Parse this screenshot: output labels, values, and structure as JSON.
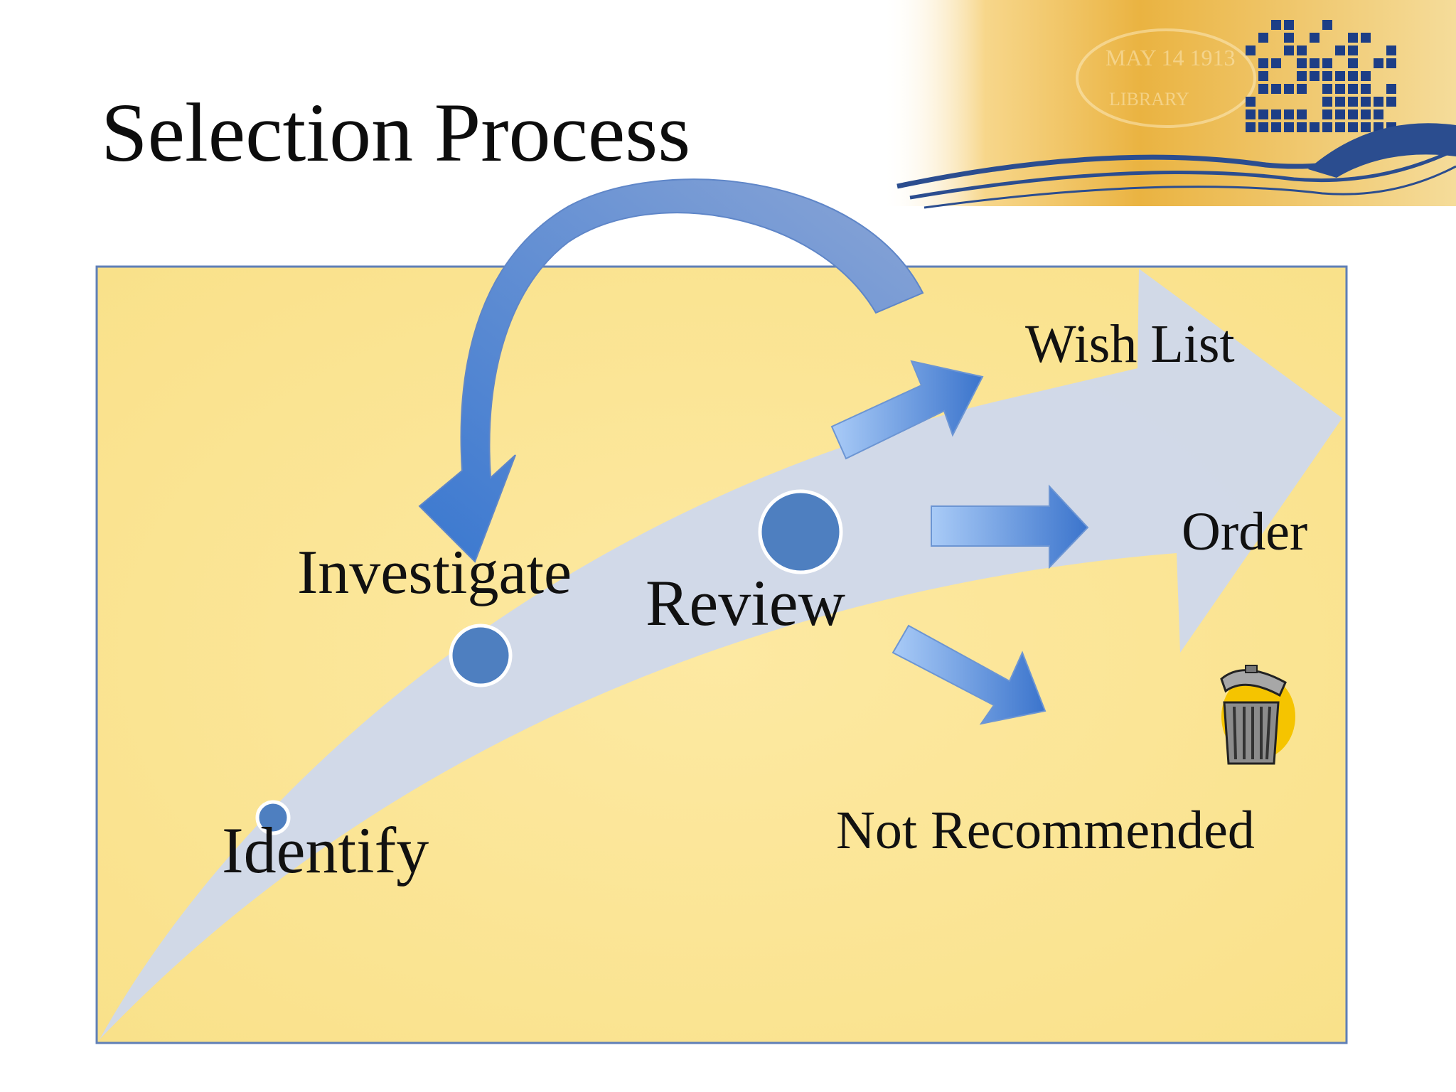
{
  "slide": {
    "title": "Selection Process"
  },
  "banner": {
    "stamp_date": "MAY 14 1913",
    "stamp_word": "LIBRARY"
  },
  "diagram": {
    "stages": [
      {
        "label": "Identify"
      },
      {
        "label": "Investigate"
      },
      {
        "label": "Review"
      }
    ],
    "outcomes": [
      {
        "label": "Wish List"
      },
      {
        "label": "Order"
      },
      {
        "label": "Not Recommended"
      }
    ]
  },
  "colors": {
    "panel_fill": "#fbe596",
    "panel_border": "#5f7fb7",
    "big_arrow": "#cfd8ec",
    "node": "#4e7fc0",
    "arrow_dark": "#3f78cc",
    "arrow_light": "#9dc2f5"
  },
  "icons": {
    "trash": "trash-can-icon",
    "logo": "book-library-logo"
  }
}
